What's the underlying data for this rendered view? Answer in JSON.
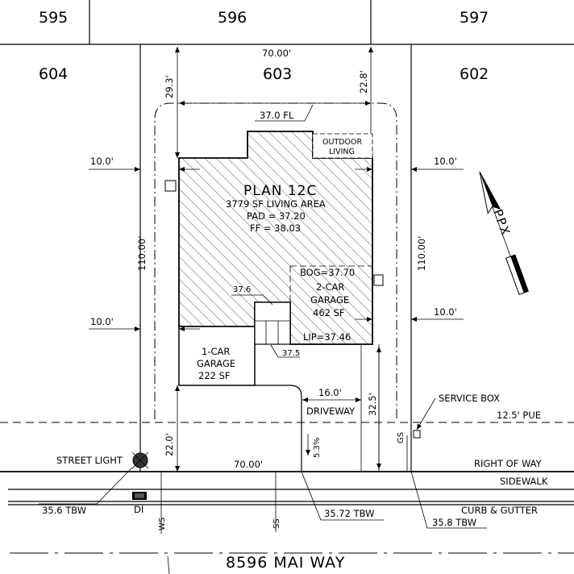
{
  "lots": {
    "top_left": "595",
    "top_center": "596",
    "top_right": "597",
    "left": "604",
    "subject": "603",
    "right": "602"
  },
  "plan": {
    "title": "PLAN 12C",
    "living_area": "3779  SF  LIVING AREA",
    "pad": "PAD  =  37.20",
    "ff": "FF  =  38.03",
    "outdoor_living_1": "OUTDOOR",
    "outdoor_living_2": "LIVING",
    "garage2_1": "2-CAR",
    "garage2_2": "GARAGE",
    "garage2_3": "462  SF",
    "garage1_1": "1-CAR",
    "garage1_2": "GARAGE",
    "garage1_3": "222  SF",
    "bog": "BOG=37.70",
    "lip": "LIP=37.46",
    "spot_376": "37.6",
    "spot_375": "37.5"
  },
  "dims": {
    "lot_width_top": "70.00'",
    "front_setback_top_left": "29.3'",
    "rear_setback_right": "22.8'",
    "fl_width": "37.0  FL",
    "side_left_upper": "10.0'",
    "side_right_upper": "10.0'",
    "side_left_lower": "10.0'",
    "side_right_lower": "10.0'",
    "lot_depth_left": "110.00'",
    "lot_depth_right": "110.00'",
    "driveway_width": "16.0'",
    "driveway_depth": "32.5'",
    "front_left": "22.0'",
    "lot_width_bottom": "70.00'",
    "slope": "5.3%"
  },
  "labels": {
    "driveway": "DRIVEWAY",
    "service_box": "SERVICE BOX",
    "pue": "12.5'  PUE",
    "right_of_way": "RIGHT  OF  WAY",
    "sidewalk": "SIDEWALK",
    "curb_gutter": "CURB  &  GUTTER",
    "street_light": "STREET  LIGHT",
    "tbw_left": "35.6  TBW",
    "tbw_center": "35.72  TBW",
    "tbw_right": "35.8  TBW",
    "di": "DI",
    "ws": "WS",
    "ss": "SS",
    "gs": "GS",
    "north_text": "PPX",
    "street_name": "8596  MAI  WAY"
  }
}
